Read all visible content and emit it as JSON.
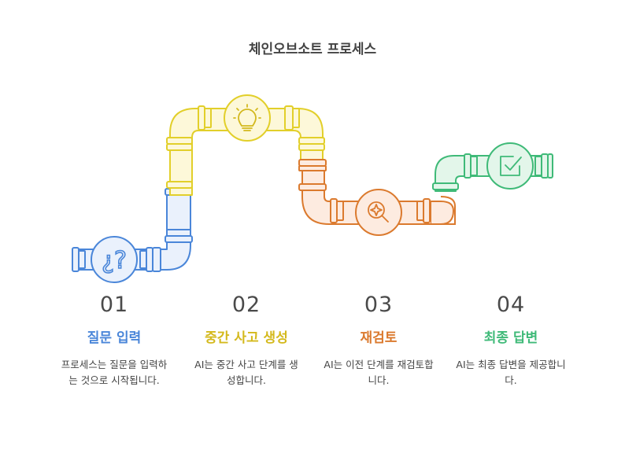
{
  "title": "체인오브소트 프로세스",
  "colors": {
    "blue": "#4a86d9",
    "yellow": "#e2cf2a",
    "orange": "#db7a2e",
    "green": "#3fba78"
  },
  "steps": [
    {
      "number": "01",
      "heading": "질문 입력",
      "description": "프로세스는 질문을 입력하는 것으로 시작됩니다.",
      "icon": "question-mark-icon"
    },
    {
      "number": "02",
      "heading": "중간 사고 생성",
      "description": "AI는 중간 사고 단계를 생성합니다.",
      "icon": "lightbulb-icon"
    },
    {
      "number": "03",
      "heading": "재검토",
      "description": "AI는 이전 단계를 재검토합니다.",
      "icon": "search-sparkle-icon"
    },
    {
      "number": "04",
      "heading": "최종 답변",
      "description": "AI는 최종 답변을 제공합니다.",
      "icon": "checkbox-icon"
    }
  ]
}
